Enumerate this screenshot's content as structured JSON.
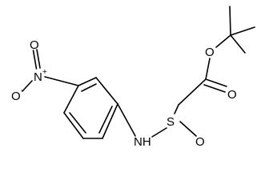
{
  "diagram": {
    "type": "chemical-structure",
    "atoms": {
      "nitro_oxygen_top": "O",
      "nitro_oxygen_anion": "O",
      "nitro_oxygen_anion_charge": "-",
      "nitro_nitrogen": "N",
      "nitro_nitrogen_charge": "+",
      "amine": "NH",
      "sulfinyl_sulfur": "S",
      "sulfinyl_oxygen": "O",
      "ester_ether_oxygen": "O",
      "ester_carbonyl_oxygen": "O"
    },
    "colors": {
      "bonds": "#000000",
      "labels": "#000000",
      "background": "#ffffff"
    }
  }
}
